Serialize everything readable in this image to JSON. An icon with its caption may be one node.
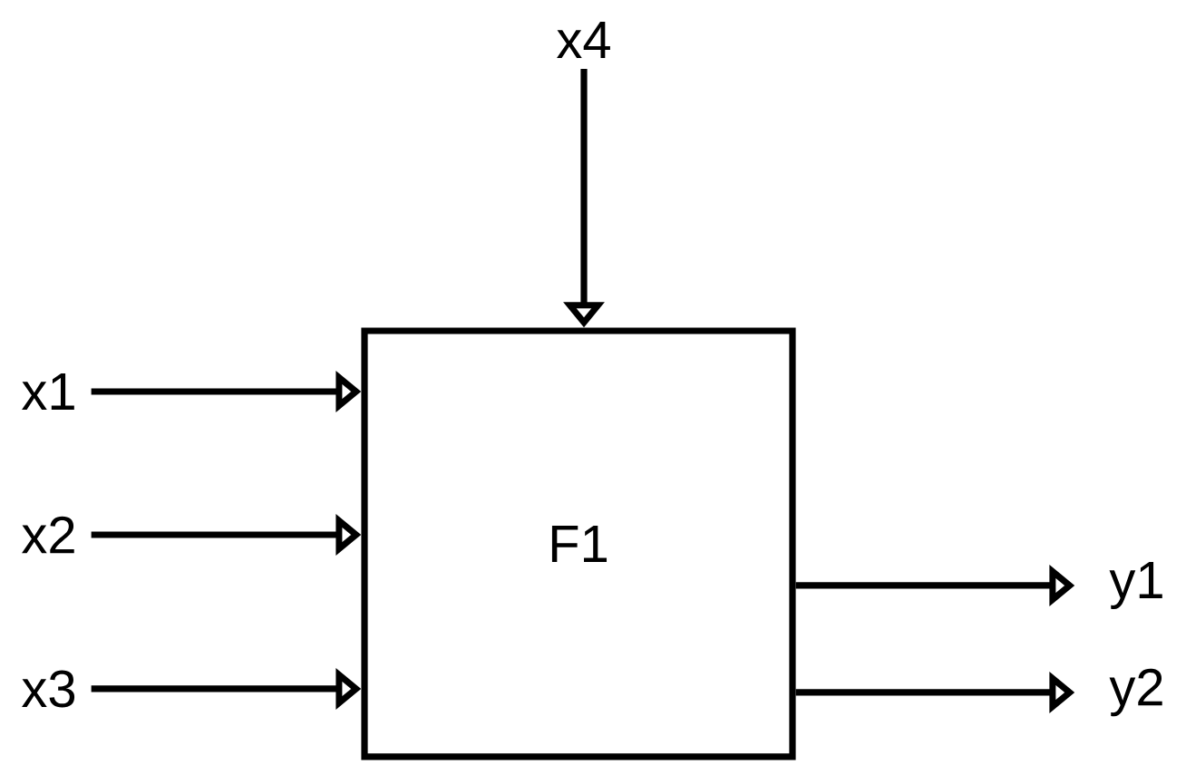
{
  "diagram": {
    "nodes": [
      {
        "text": [
          "F1"
        ]
      },
      {
        "text": [
          "x1"
        ]
      },
      {
        "text": [
          "x2"
        ]
      },
      {
        "text": [
          "x3"
        ]
      },
      {
        "text": [
          "x4"
        ]
      },
      {
        "text": [
          "y1"
        ]
      },
      {
        "text": [
          "y2"
        ]
      }
    ],
    "edges": [
      {
        "from": 1,
        "to": 0,
        "arrow": "to"
      },
      {
        "from": 2,
        "to": 0,
        "arrow": "to"
      },
      {
        "from": 3,
        "to": 0,
        "arrow": "to"
      },
      {
        "from": 4,
        "to": 0,
        "arrow": "to"
      },
      {
        "from": 0,
        "to": 5,
        "arrow": "to"
      },
      {
        "from": 0,
        "to": 6,
        "arrow": "to"
      }
    ]
  }
}
